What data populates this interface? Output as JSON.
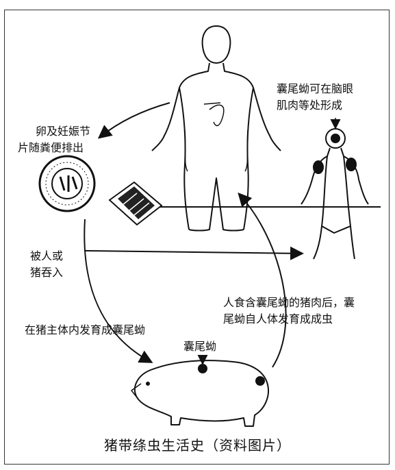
{
  "labels": {
    "eggs": [
      "卵及妊娠节",
      "片随粪便排出"
    ],
    "swallowed": [
      "被人或",
      "猪吞入"
    ],
    "develop_in_pig": "在猪主体内发育成囊尾蚴",
    "cysticercus": "囊尾蚴",
    "human_eats": [
      "人食含囊尾蚴的猪肉后，囊",
      "尾蚴自人体发育成成虫"
    ],
    "cyst_sites": [
      "囊尾蚴可在脑眼",
      "肌肉等处形成"
    ]
  },
  "caption": "猪带绦虫生活史（资料图片）"
}
